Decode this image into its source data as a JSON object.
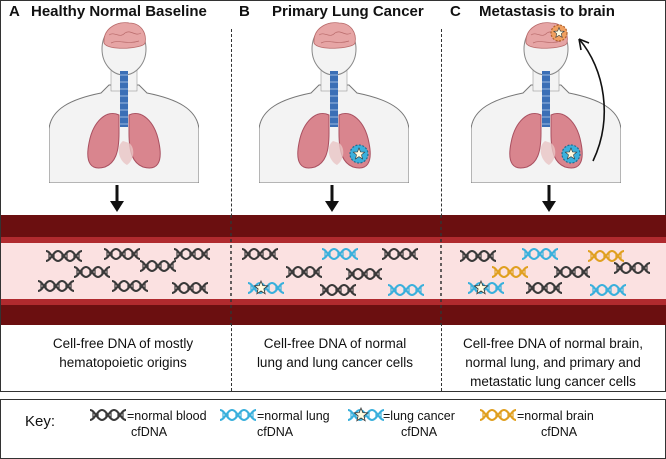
{
  "panels": [
    {
      "letter": "A",
      "title": "Healthy Normal Baseline",
      "caption_lines": [
        "Cell-free DNA of mostly",
        "hematopoietic origins"
      ]
    },
    {
      "letter": "B",
      "title": "Primary Lung Cancer",
      "caption_lines": [
        "Cell-free DNA of normal",
        "lung and lung cancer cells"
      ]
    },
    {
      "letter": "C",
      "title": "Metastasis to brain",
      "caption_lines": [
        "Cell-free DNA of normal brain,",
        "normal lung, and primary and",
        "metastatic lung cancer cells"
      ]
    }
  ],
  "key": {
    "label": "Key:",
    "items": [
      {
        "line1": "=normal blood",
        "line2": "cfDNA",
        "icon": "dna-gray-icon"
      },
      {
        "line1": "=normal lung",
        "line2": "cfDNA",
        "icon": "dna-blue-icon"
      },
      {
        "line1": "=lung cancer",
        "line2": "cfDNA",
        "icon": "dna-blue-star-icon"
      },
      {
        "line1": "=normal brain",
        "line2": "cfDNA",
        "icon": "dna-orange-icon"
      }
    ]
  },
  "colors": {
    "gray_dna": "#3a3a3a",
    "blue_dna": "#3ab0dc",
    "orange_dna": "#e0a020",
    "vessel_wall": "#6b0f10",
    "plasma": "#fbe1e1",
    "lung": "#d9858e",
    "trachea": "#3b6fb6",
    "brain": "#e6a5a5",
    "skin": "#f3f3f3"
  }
}
